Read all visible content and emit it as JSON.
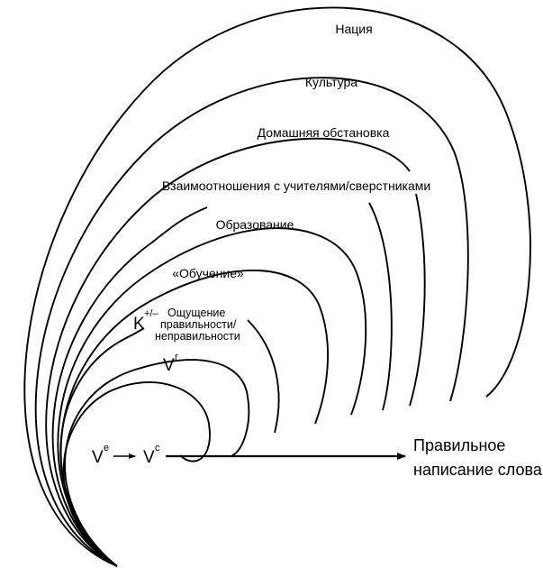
{
  "rings": [
    {
      "label": "Нация"
    },
    {
      "label": "Культура"
    },
    {
      "label": "Домашняя обстановка"
    },
    {
      "label": "Взаимоотношения с учителями/сверстниками"
    },
    {
      "label": "Образование"
    },
    {
      "label": "«Обучение»"
    },
    {
      "label": "K"
    },
    {
      "label": "V"
    },
    {
      "label": ""
    }
  ],
  "k_sup": "+/–",
  "k_note_line1": "Ощущение",
  "k_note_line2": "правильности/",
  "k_note_line3": "неправильности",
  "vr_sup": "r",
  "ve_main": "V",
  "ve_sup": "e",
  "vc_main": "V",
  "vc_sup": "c",
  "output_line1": "Правильное",
  "output_line2": "написание слова",
  "colors": {
    "stroke": "#000000",
    "background": "#ffffff"
  }
}
